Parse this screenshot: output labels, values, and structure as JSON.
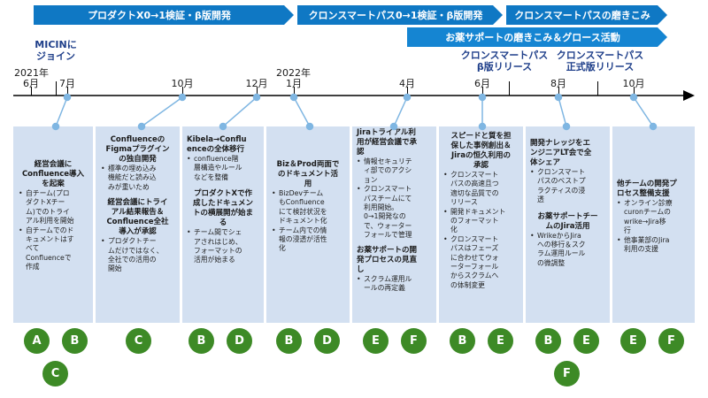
{
  "banners": {
    "b1": "プロダクトX0→1検証・β版開発",
    "b2": "クロンスマートパス0→1検証・β版開発",
    "b3": "クロンスマートパスの磨きこみ",
    "b4": "お薬サポートの磨きこみ＆グロース活動"
  },
  "milestones": {
    "micin": [
      "MICINに",
      "ジョイン"
    ],
    "beta": [
      "クロンスマートパス",
      "β版リリース"
    ],
    "official": [
      "クロンスマートパス",
      "正式版リリース"
    ]
  },
  "years": {
    "y2021": "2021年",
    "y2022": "2022年"
  },
  "months": {
    "m6a": "6月",
    "m7": "7月",
    "m10a": "10月",
    "m12": "12月",
    "m1": "1月",
    "m4": "4月",
    "m6b": "6月",
    "m8": "8月",
    "m10b": "10月"
  },
  "panels": [
    {
      "blocks": [
        {
          "heading": [
            "経営会議に",
            "Confluence導入",
            "を起案"
          ],
          "center": true,
          "bullets": [
            [
              "自チーム(プロ",
              "ダクトXチー",
              "ム)でのトライ",
              "アル利用を開始"
            ],
            [
              "自チームでのド",
              "キュメントはす",
              "べて",
              "Confluenceで",
              "作成"
            ]
          ]
        }
      ]
    },
    {
      "blocks": [
        {
          "heading": [
            "Confluenceの",
            "Figmaプラグイン",
            "の独自開発"
          ],
          "center": true,
          "bullets": [
            [
              "標準の埋め込み",
              "機能だと読み込",
              "みが重いため"
            ]
          ]
        },
        {
          "heading": [
            "経営会議にトライ",
            "アル結果報告＆",
            "Confluence全社",
            "導入が承認"
          ],
          "center": true,
          "bullets": [
            [
              "プロダクトチー",
              "ムだけではなく、",
              "全社での活用の",
              "開始"
            ]
          ]
        }
      ]
    },
    {
      "blocks": [
        {
          "heading": [
            "Kibela→Conflu",
            "enceの全体移行"
          ],
          "center": false,
          "bullets": [
            [
              "confluence階",
              "層構造やルール",
              "などを整備"
            ]
          ]
        },
        {
          "heading": [
            "プロダクトXで作",
            "成したドキュメン",
            "トの横展開が始ま",
            "る"
          ],
          "center": true,
          "bullets": [
            [
              "チーム間でシェ",
              "アされはじめ、",
              "フォーマットの",
              "活用が始まる"
            ]
          ]
        }
      ]
    },
    {
      "blocks": [
        {
          "heading": [
            "Biz＆Prod両面で",
            "のドキュメント活",
            "用"
          ],
          "center": true,
          "bullets": [
            [
              "BizDevチーム",
              "もConfluence",
              "にて検討状況を",
              "ドキュメント化"
            ],
            [
              "チーム内での情",
              "報の浸透が活性",
              "化"
            ]
          ]
        }
      ]
    },
    {
      "blocks": [
        {
          "heading": [
            "Jiraトライアル利",
            "用が経営会議で承",
            "認"
          ],
          "center": false,
          "bullets": [
            [
              "情報セキュリテ",
              "ィ部でのアクシ",
              "ョン"
            ],
            [
              "クロンスマート",
              "パスチームにて",
              "利用開始。",
              "0→1開発なの",
              "で、ウォーター",
              "フォールで管理"
            ]
          ]
        },
        {
          "heading": [
            "お薬サポートの開",
            "発プロセスの見直",
            "し"
          ],
          "center": false,
          "bullets": [
            [
              "スクラム運用ル",
              "ールの再定義"
            ]
          ]
        }
      ]
    },
    {
      "blocks": [
        {
          "heading": [
            "スピードと質を担",
            "保した事例創出＆",
            "Jiraの恒久利用の",
            "承認"
          ],
          "center": true,
          "bullets": [
            [
              "クロンスマート",
              "パスの高速且つ",
              "適切な品質での",
              "リリース"
            ],
            [
              "開発ドキュメント",
              "のフォーマット",
              "化"
            ],
            [
              "クロンスマート",
              "パスはフェーズ",
              "に合わせてウォ",
              "ーターフォール",
              "からスクラムへ",
              "の体制変更"
            ]
          ]
        }
      ]
    },
    {
      "blocks": [
        {
          "heading": [
            "開発ナレッジをエ",
            "ンジニアLT会で全",
            "体シェア"
          ],
          "center": false,
          "bullets": [
            [
              "クロンスマート",
              "パスのベストプ",
              "ラクティスの浸",
              "透"
            ]
          ]
        },
        {
          "heading": [
            "お薬サポートチー",
            "ムのJira活用"
          ],
          "center": true,
          "bullets": [
            [
              "WrikeからJira",
              "への移行＆スク",
              "ラム運用ルール",
              "の微調整"
            ]
          ]
        }
      ]
    },
    {
      "blocks": [
        {
          "heading": [
            "他チームの開発プ",
            "ロセス整備支援"
          ],
          "center": false,
          "bullets": [
            [
              "オンライン診療",
              "curonチームの",
              "wrike→Jira移",
              "行"
            ],
            [
              "他事業部のJira",
              "利用の支援"
            ]
          ]
        }
      ]
    }
  ],
  "circles": {
    "p1": [
      "A",
      "B",
      "C"
    ],
    "p2": [
      "C"
    ],
    "p3": [
      "B",
      "D"
    ],
    "p4": [
      "B",
      "D"
    ],
    "p5": [
      "E",
      "F"
    ],
    "p6": [
      "B",
      "E"
    ],
    "p7": [
      "B",
      "E",
      "F"
    ],
    "p8": [
      "E",
      "F"
    ]
  },
  "colors": {
    "banner_primary": "#0f78c4",
    "banner_secondary": "#1585d2",
    "panel": "#d3e0f1",
    "connector": "#7fb6e2",
    "circle": "#3d8a26",
    "milestone": "#1f3f8a"
  }
}
